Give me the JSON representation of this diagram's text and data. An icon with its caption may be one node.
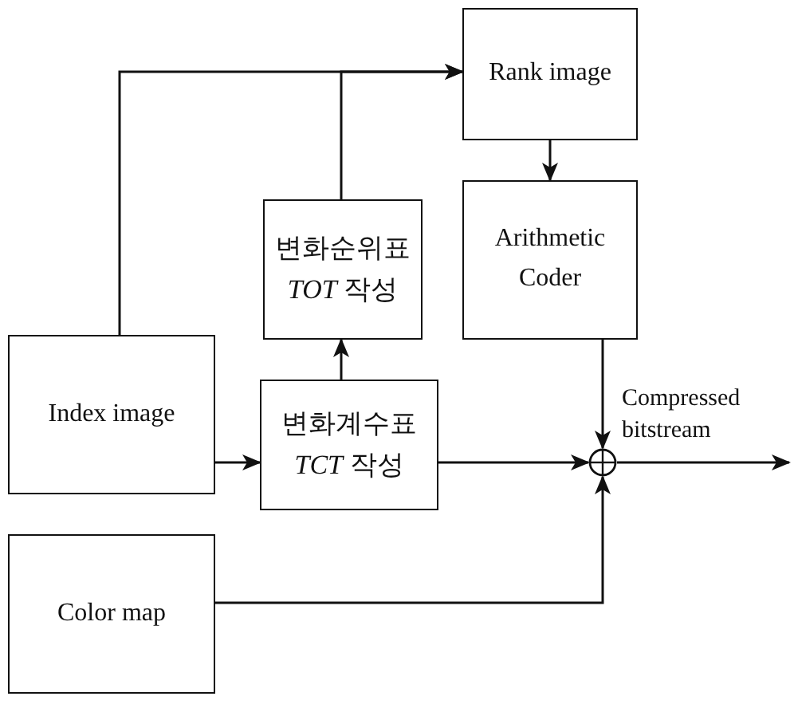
{
  "diagram": {
    "nodes": [
      {
        "text": [
          "Rank image"
        ]
      },
      {
        "text": [
          "변화순위표 *TOT* 작성"
        ]
      },
      {
        "text": [
          "Arithmetic Coder"
        ]
      },
      {
        "text": [
          "Index image"
        ]
      },
      {
        "text": [
          "변화계수표 *TCT* 작성"
        ]
      },
      {
        "text": [],
        "shape": "circle"
      },
      {
        "text": [
          "Color map"
        ]
      }
    ],
    "edges": [
      {
        "from": 3,
        "to": 0,
        "arrow": "to"
      },
      {
        "from": 3,
        "to": 4,
        "arrow": "to"
      },
      {
        "from": 4,
        "to": 1,
        "arrow": "to"
      },
      {
        "from": 1,
        "to": 0,
        "arrow": "to"
      },
      {
        "from": 0,
        "to": 2,
        "arrow": "to"
      },
      {
        "from": 2,
        "to": 5,
        "arrow": "to"
      },
      {
        "from": 4,
        "to": 5,
        "arrow": "to"
      },
      {
        "from": 6,
        "to": 5,
        "arrow": "to"
      },
      {
        "from": 5,
        "to": null,
        "arrow": "to",
        "label": "Compressed bitstream"
      }
    ]
  }
}
